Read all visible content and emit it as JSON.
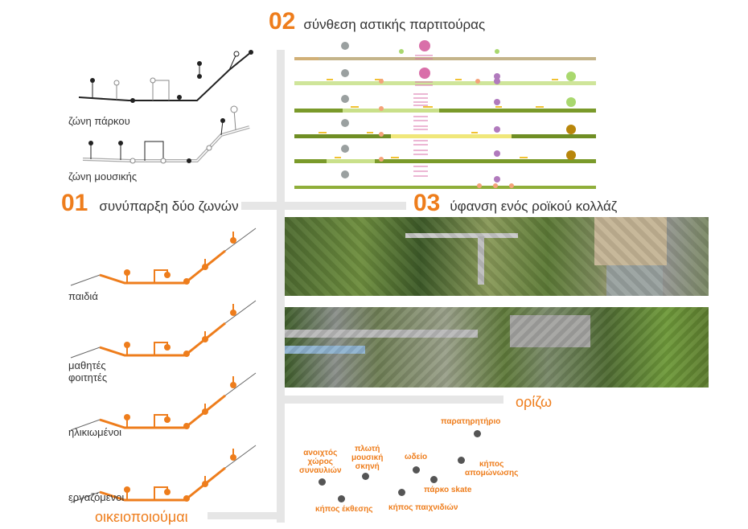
{
  "title": {
    "number": "02",
    "text": "σύνθεση αστικής παρτιτούρας"
  },
  "section01": {
    "number": "01",
    "text": "συνύπαρξη δύο ζωνών"
  },
  "section03": {
    "number": "03",
    "text": "ύφανση ενός ροϊκού κολλάζ"
  },
  "zones": [
    {
      "label": "ζώνη πάρκου"
    },
    {
      "label": "ζώνη μουσικής"
    }
  ],
  "user_groups": [
    {
      "label": "παιδιά"
    },
    {
      "label": "μαθητές\nφοιτητές"
    },
    {
      "label": "ηλικιωμένοι"
    },
    {
      "label": "εργαζόμενοι"
    }
  ],
  "words": {
    "define": "ορίζω",
    "appropriate": "οικειοποιούμαι"
  },
  "places": [
    {
      "label": "παρατηρητήριο"
    },
    {
      "label": "ανοιχτός\nχώρος\nσυναυλιών"
    },
    {
      "label": "πλωτή\nμουσική\nσκηνή"
    },
    {
      "label": "ωδείο"
    },
    {
      "label": "κήπος\nαπομώνωσης"
    },
    {
      "label": "πάρκο skate"
    },
    {
      "label": "κήπος έκθεσης"
    },
    {
      "label": "κήπος παιχνιδιών"
    }
  ],
  "colors": {
    "accent": "#ee7d1c",
    "divider": "#e6e6e6",
    "park_line": "#222222",
    "music_line": "#aaaaaa",
    "score_green": "#c9e08a",
    "score_dark": "#7a9a2a",
    "score_yellow": "#f0e77a",
    "pink": "#d96fa9",
    "grey_dot": "#9aa0a0"
  }
}
